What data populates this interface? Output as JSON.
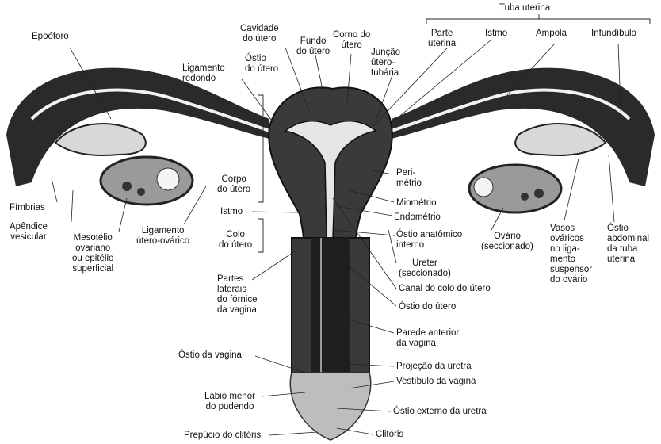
{
  "labels": {
    "tuba_uterina": "Tuba uterina",
    "parte_uterina": "Parte\nuterina",
    "istmo_tuba": "Istmo",
    "ampola": "Ampola",
    "infundibulo": "Infundíbulo",
    "epooforo": "Epoóforo",
    "cavidade_utero": "Cavidade\ndo útero",
    "fundo_utero": "Fundo\ndo útero",
    "corno_utero": "Corno do\nútero",
    "ostio_utero_top": "Óstio\ndo útero",
    "juncao": "Junção\nútero-\ntubária",
    "ligamento_redondo": "Ligamento\nredondo",
    "perimetrio": "Peri-\nmétrio",
    "miometrio": "Miométrio",
    "endometrio": "Endométrio",
    "ostio_anatomico": "Óstio anatômico\ninterno",
    "ureter": "Ureter\n(seccionado)",
    "canal_colo": "Canal do colo do útero",
    "ostio_utero": "Óstio do útero",
    "parede_anterior": "Parede anterior\nda vagina",
    "projecao_uretra": "Projeção da uretra",
    "vestibulo": "Vestíbulo da vagina",
    "ostio_externo_uretra": "Óstio externo da uretra",
    "clitoris": "Clitóris",
    "prepucio": "Prepúcio do clitóris",
    "labio_menor": "Lábio menor\ndo pudendo",
    "ostio_vagina": "Óstio da vagina",
    "partes_laterais": "Partes\nlaterais\ndo fórnice\nda vagina",
    "corpo_utero": "Corpo\ndo útero",
    "istmo_utero": "Istmo",
    "colo_utero": "Colo\ndo útero",
    "fimbrias": "Fímbrias",
    "apendice": "Apêndice\nvesicular",
    "mesotelio": "Mesotélio\novariano\nou epitélio\nsuperficial",
    "ligamento_uo": "Ligamento\nútero-ovárico",
    "ovario": "Ovário\n(seccionado)",
    "vasos": "Vasos\nováricos\nno liga-\nmento\nsuspensor\ndo ovário",
    "ostio_abdominal": "Óstio\nabdominal\nda tuba\nuterina"
  }
}
